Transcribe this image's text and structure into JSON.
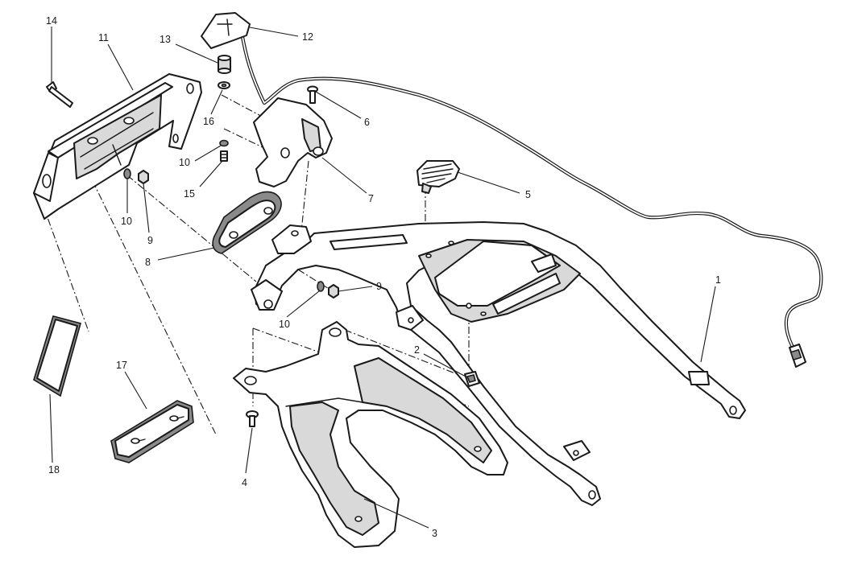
{
  "diagram": {
    "type": "exploded-parts-view",
    "colors": {
      "line": "#1a1a1a",
      "fill": "#ffffff",
      "shade": "#d9d9d9"
    },
    "callouts": [
      {
        "id": "c1",
        "number": "1"
      },
      {
        "id": "c2",
        "number": "2"
      },
      {
        "id": "c3",
        "number": "3"
      },
      {
        "id": "c4",
        "number": "4"
      },
      {
        "id": "c5",
        "number": "5"
      },
      {
        "id": "c6",
        "number": "6"
      },
      {
        "id": "c7",
        "number": "7"
      },
      {
        "id": "c8",
        "number": "8"
      },
      {
        "id": "c9a",
        "number": "9"
      },
      {
        "id": "c9b",
        "number": "9"
      },
      {
        "id": "c10a",
        "number": "10"
      },
      {
        "id": "c10b",
        "number": "10"
      },
      {
        "id": "c10c",
        "number": "10"
      },
      {
        "id": "c11",
        "number": "11"
      },
      {
        "id": "c12",
        "number": "12"
      },
      {
        "id": "c13",
        "number": "13"
      },
      {
        "id": "c14",
        "number": "14"
      },
      {
        "id": "c15",
        "number": "15"
      },
      {
        "id": "c16",
        "number": "16"
      },
      {
        "id": "c17",
        "number": "17"
      },
      {
        "id": "c18",
        "number": "18"
      }
    ]
  }
}
